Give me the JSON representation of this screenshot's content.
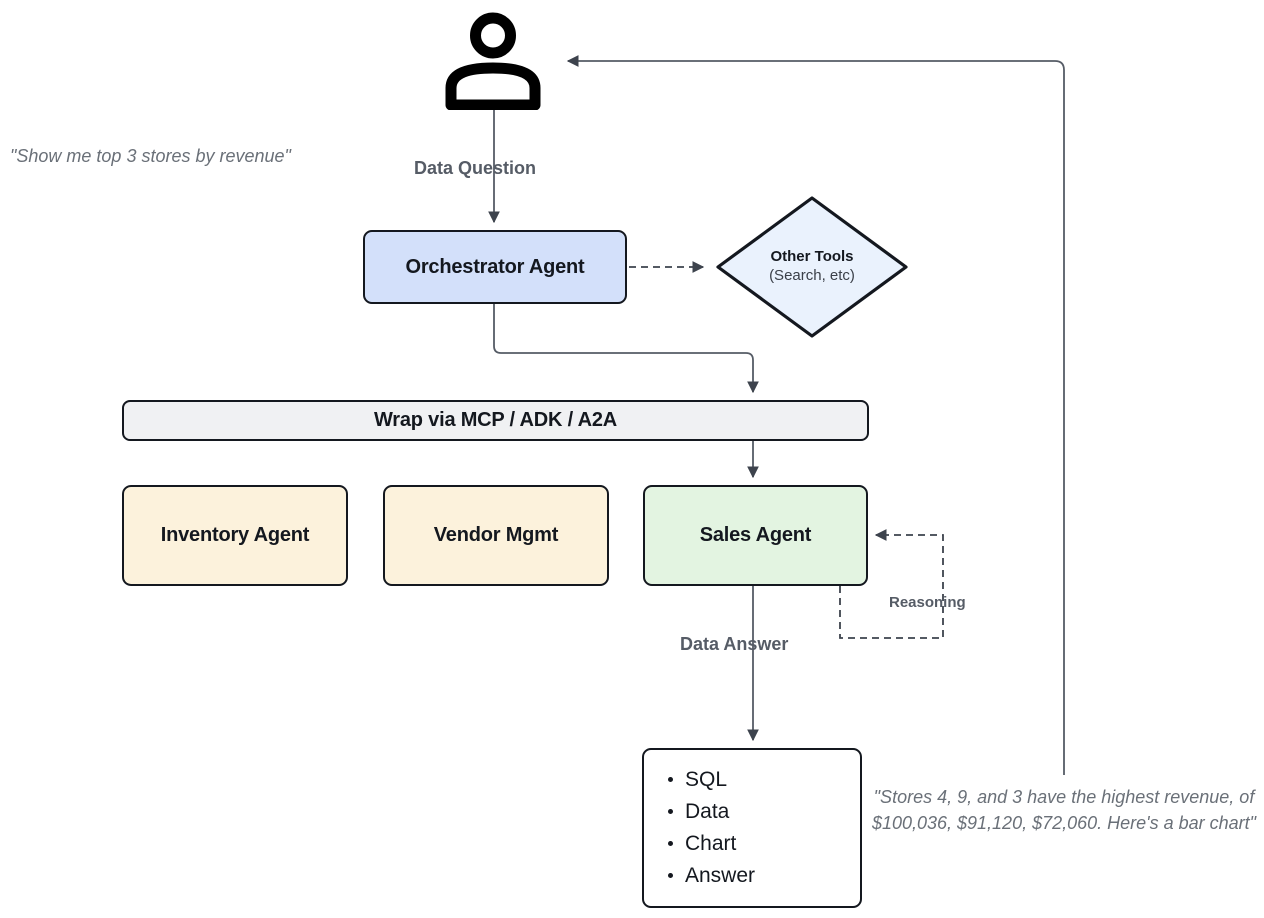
{
  "diagram": {
    "title": "Agentic data-analytics orchestration flow",
    "colors": {
      "orchestrator_fill": "#D3E0FA",
      "tools_fill": "#EAF2FD",
      "wrap_fill": "#F0F1F3",
      "agent_fill": "#FCF2DC",
      "sales_fill": "#E3F4E1",
      "answer_fill": "#FFFFFF",
      "stroke": "#14181F",
      "wire": "#565C66",
      "label_text": "#565C66",
      "quote_text": "#6A7078"
    },
    "actor": {
      "icon": "person-icon",
      "quote": "\"Show me top 3 stores by revenue\""
    },
    "nodes": {
      "orchestrator": {
        "label": "Orchestrator Agent"
      },
      "other_tools": {
        "label_line1": "Other Tools",
        "label_line2": "(Search, etc)"
      },
      "wrap": {
        "label": "Wrap via MCP / ADK / A2A"
      },
      "inventory": {
        "label": "Inventory Agent"
      },
      "vendor": {
        "label": "Vendor Mgmt"
      },
      "sales": {
        "label": "Sales Agent"
      },
      "answer": {
        "items": [
          "SQL",
          "Data",
          "Chart",
          "Answer"
        ]
      }
    },
    "edges": {
      "data_question": "Data Question",
      "data_answer": "Data Answer",
      "reasoning": "Reasoning"
    },
    "result_quote": "\"Stores 4, 9, and 3 have the highest revenue, of $100,036, $91,120, $72,060. Here's a bar chart\""
  }
}
